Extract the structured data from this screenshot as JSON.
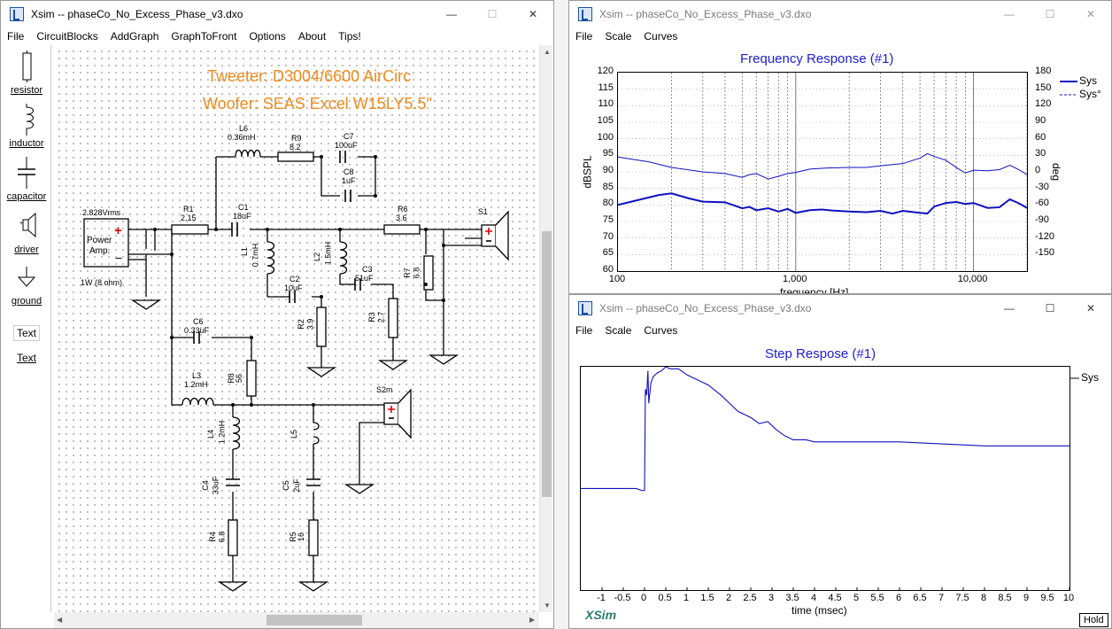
{
  "main_window": {
    "title": "Xsim -- phaseCo_No_Excess_Phase_v3.dxo",
    "menu": [
      "File",
      "CircuitBlocks",
      "AddGraph",
      "GraphToFront",
      "Options",
      "About",
      "Tips!"
    ],
    "palette": [
      {
        "label": "resistor",
        "icon": "resistor-icon"
      },
      {
        "label": "inductor",
        "icon": "inductor-icon"
      },
      {
        "label": "capacitor",
        "icon": "capacitor-icon"
      },
      {
        "label": "driver",
        "icon": "speaker-icon"
      },
      {
        "label": "ground",
        "icon": "ground-icon"
      },
      {
        "label": "Text",
        "boxed": true
      },
      {
        "label": "Text",
        "boxed": false
      }
    ],
    "heading_line1": "Tweeter: D3004/6600 AirCirc",
    "heading_line2": "Woofer: SEAS Excel W15LY5.5\"",
    "source": {
      "voltage": "2.828Vrms",
      "name_line1": "Power",
      "name_line2": "Amp.",
      "plus": "+",
      "minus": "−",
      "power": "1W (8 ohm)"
    },
    "components": {
      "L6": {
        "name": "L6",
        "value": "0.36mH"
      },
      "R9": {
        "name": "R9",
        "value": "8.2"
      },
      "C7": {
        "name": "C7",
        "value": "100uF"
      },
      "C8": {
        "name": "C8",
        "value": "1uF"
      },
      "R1": {
        "name": "R1",
        "value": "2.15"
      },
      "C1": {
        "name": "C1",
        "value": "18uF"
      },
      "R6": {
        "name": "R6",
        "value": "3.6"
      },
      "S1": {
        "name": "S1"
      },
      "L1": {
        "name": "L1",
        "value": "0.7mH"
      },
      "L2": {
        "name": "L2",
        "value": "1.5mH"
      },
      "C2": {
        "name": "C2",
        "value": "10uF"
      },
      "C3": {
        "name": "C3",
        "value": "51uF"
      },
      "R7": {
        "name": "R7",
        "value": "6.8"
      },
      "R2": {
        "name": "R2",
        "value": "3.9"
      },
      "R3": {
        "name": "R3",
        "value": "2.7"
      },
      "C6": {
        "name": "C6",
        "value": "0.33uF"
      },
      "R8": {
        "name": "R8",
        "value": "56"
      },
      "L3": {
        "name": "L3",
        "value": "1.2mH"
      },
      "S2m": {
        "name": "S2m"
      },
      "L4": {
        "name": "L4",
        "value": "1.2mH"
      },
      "L5": {
        "name": "L5"
      },
      "C4": {
        "name": "C4",
        "value": "33uF"
      },
      "C5": {
        "name": "C5",
        "value": "2uF"
      },
      "R4": {
        "name": "R4",
        "value": "6.8"
      },
      "R5": {
        "name": "R5",
        "value": "16"
      }
    }
  },
  "freq_window": {
    "title": "Xsim -- phaseCo_No_Excess_Phase_v3.dxo",
    "menu": [
      "File",
      "Scale",
      "Curves"
    ],
    "chart_data": {
      "type": "line",
      "title": "Frequency Response (#1)",
      "xlabel": "frequency [Hz]",
      "ylabel": "dBSPL",
      "y2label": "deg",
      "xscale": "log",
      "xlim": [
        100,
        20000
      ],
      "ylim": [
        60,
        120
      ],
      "y2lim": [
        -180,
        180
      ],
      "x_ticks": [
        "100",
        "1,000",
        "10,000"
      ],
      "y_ticks": [
        "120",
        "115",
        "110",
        "105",
        "100",
        "95",
        "90",
        "85",
        "80",
        "75",
        "70",
        "65",
        "60"
      ],
      "y2_ticks": [
        "180",
        "150",
        "120",
        "90",
        "60",
        "30",
        "0",
        "-30",
        "-60",
        "-90",
        "-120",
        "-150"
      ],
      "legend_position": "top-right",
      "series": [
        {
          "name": "Sys",
          "axis": "left",
          "style": "solid",
          "x": [
            100,
            130,
            170,
            200,
            250,
            300,
            400,
            500,
            550,
            600,
            700,
            800,
            900,
            1000,
            1200,
            1400,
            1600,
            2000,
            2500,
            3000,
            3500,
            4000,
            5000,
            5500,
            6000,
            7000,
            8000,
            9000,
            10000,
            12000,
            14000,
            16000,
            18000,
            20000
          ],
          "y": [
            80,
            81.5,
            83,
            83.5,
            82,
            81,
            80.8,
            79,
            79.4,
            78.4,
            79,
            78,
            78.8,
            77.6,
            78.4,
            78.6,
            78.3,
            78,
            77.8,
            78.2,
            77.4,
            78.2,
            77.6,
            77.4,
            79.5,
            80.6,
            80.9,
            80.3,
            80.6,
            79.1,
            79.3,
            81.7,
            80.5,
            79.1
          ]
        },
        {
          "name": "Sys°",
          "axis": "right",
          "style": "dashed",
          "x": [
            100,
            150,
            200,
            300,
            400,
            500,
            550,
            600,
            700,
            800,
            900,
            1000,
            1200,
            1500,
            2000,
            2500,
            3000,
            4000,
            5000,
            5500,
            6000,
            7000,
            8000,
            9000,
            10000,
            12000,
            14000,
            16000,
            18000,
            20000
          ],
          "y": [
            27,
            18,
            8,
            0,
            -3,
            -10,
            -5,
            -3,
            -13,
            -8,
            -3,
            -1,
            5,
            7,
            8,
            8,
            11,
            15,
            25,
            33,
            28,
            21,
            8,
            -2,
            3,
            2,
            4,
            12,
            4,
            -5
          ]
        }
      ]
    }
  },
  "step_window": {
    "title": "Xsim -- phaseCo_No_Excess_Phase_v3.dxo",
    "menu": [
      "File",
      "Scale",
      "Curves"
    ],
    "hold_label": "Hold",
    "brand": "XSim",
    "chart_data": {
      "type": "line",
      "title": "Step Respose (#1)",
      "xlabel": "time (msec)",
      "xlim": [
        -1.5,
        10
      ],
      "ylim": [
        -0.1,
        1.0
      ],
      "x_ticks": [
        "-1",
        "-0.5",
        "0",
        "0.5",
        "1",
        "1.5",
        "2",
        "2.5",
        "3",
        "3.5",
        "4",
        "4.5",
        "5",
        "5.5",
        "6",
        "6.5",
        "7",
        "7.5",
        "8",
        "8.5",
        "9",
        "9.5",
        "10"
      ],
      "legend_position": "right",
      "series": [
        {
          "name": "Sys",
          "x": [
            -1.5,
            -0.5,
            -0.2,
            -0.05,
            0,
            0.02,
            0.05,
            0.08,
            0.1,
            0.15,
            0.2,
            0.3,
            0.4,
            0.5,
            0.6,
            0.8,
            1.0,
            1.2,
            1.5,
            1.8,
            2.0,
            2.2,
            2.5,
            2.7,
            2.9,
            3.1,
            3.3,
            3.5,
            3.8,
            4.0,
            5.0,
            6.0,
            7.0,
            8.0,
            9.0,
            10.0
          ],
          "y": [
            0.4,
            0.4,
            0.4,
            0.39,
            0.39,
            0.89,
            0.86,
            0.98,
            0.82,
            0.92,
            0.95,
            0.97,
            0.98,
            1.0,
            0.99,
            0.99,
            0.96,
            0.94,
            0.91,
            0.86,
            0.82,
            0.78,
            0.75,
            0.72,
            0.73,
            0.69,
            0.66,
            0.64,
            0.64,
            0.63,
            0.63,
            0.63,
            0.62,
            0.61,
            0.61,
            0.61
          ]
        }
      ]
    }
  }
}
